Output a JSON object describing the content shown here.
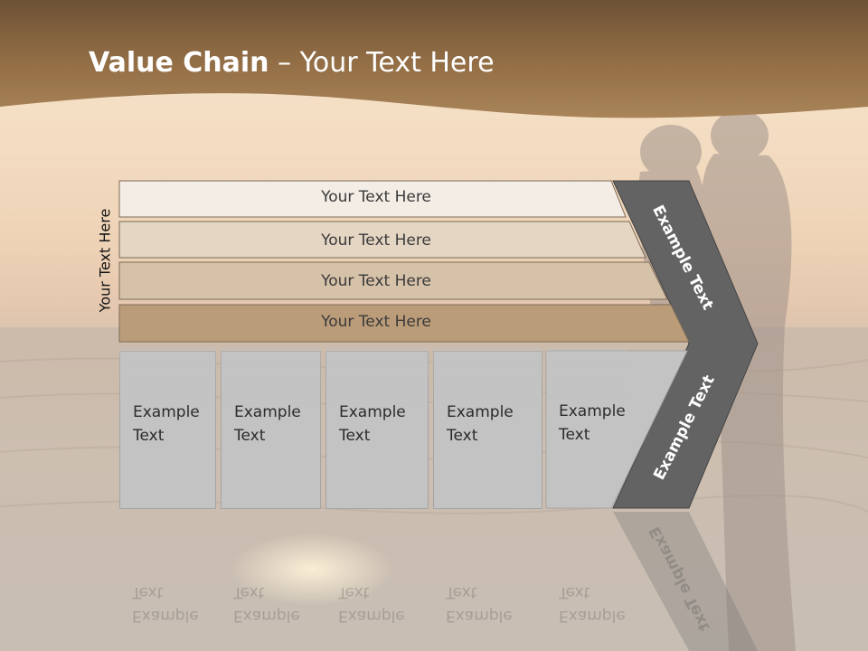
{
  "title": {
    "bold": "Value Chain",
    "rest": " – Your Text Here"
  },
  "side_label": "Your Text Here",
  "bars": [
    {
      "label": "Your Text Here",
      "fill": "#f3ede6"
    },
    {
      "label": "Your Text Here",
      "fill": "#e5d6c4"
    },
    {
      "label": "Your Text Here",
      "fill": "#d6c1a9"
    },
    {
      "label": "Your Text Here",
      "fill": "#bb9c79"
    }
  ],
  "boxes": [
    {
      "line1": "Example",
      "line2": "Text"
    },
    {
      "line1": "Example",
      "line2": "Text"
    },
    {
      "line1": "Example",
      "line2": "Text"
    },
    {
      "line1": "Example",
      "line2": "Text"
    },
    {
      "line1": "Example",
      "line2": "Text"
    }
  ],
  "chevron_upper": "Example Text",
  "chevron_lower": "Example Text",
  "colors": {
    "header_brown": "#8e6d44",
    "chevron_dark": "#636363",
    "box_gray": "#c3c3c3"
  }
}
